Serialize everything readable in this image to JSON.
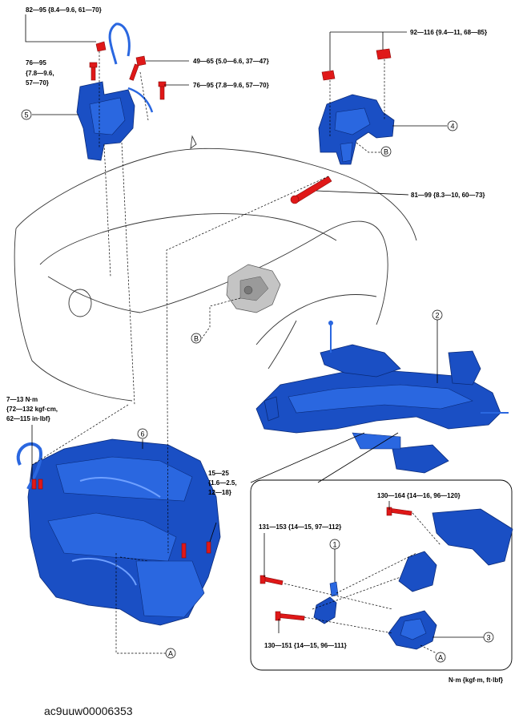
{
  "torque_labels": {
    "t1": "82—95 {8.4—9.6, 61—70}",
    "t2a": "76—95",
    "t2b": "{7.8—9.6,",
    "t2c": "57—70}",
    "t3": "49—65 {5.0—6.6, 37—47}",
    "t4": "76—95 {7.8—9.6, 57—70}",
    "t5": "92—116 {9.4—11, 68—85}",
    "t6": "81—99 {8.3—10, 60—73}",
    "t7a": "7—13 N·m",
    "t7b": "{72—132 kgf·cm,",
    "t7c": "62—115 in·lbf}",
    "t8a": "15—25",
    "t8b": "{1.6—2.5,",
    "t8c": "12—18}",
    "t9": "130—164 {14—16, 96—120}",
    "t10": "131—153 {14—15, 97—112}",
    "t11": "130—151 {14—15, 96—111}"
  },
  "callouts": {
    "c1": "1",
    "c2": "2",
    "c3": "3",
    "c4": "4",
    "c5": "5",
    "c6": "6",
    "refA1": "A",
    "refA2": "A",
    "refB1": "B",
    "refB2": "B"
  },
  "units_note": "N·m {kgf·m, ft·lbf}",
  "figure_code": "ac9uuw00006353",
  "colors": {
    "part": "#1a4fc4",
    "bolt": "#e01818",
    "mount_gray": "#b8b8b8"
  }
}
